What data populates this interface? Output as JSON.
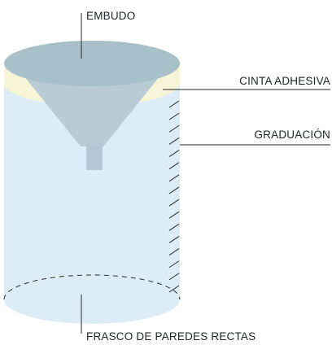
{
  "labels": {
    "funnel": "EMBUDO",
    "tape": "CINTA ADHESIVA",
    "graduation": "GRADUACIÓN",
    "jar": "FRASCO DE PAREDES RECTAS"
  },
  "colors": {
    "jar_body": "#dcedf8",
    "tape": "#f6f5d8",
    "funnel_top": "#a9bfc9",
    "funnel_body": "#b9ccd6",
    "lines": "#2b2b2b"
  },
  "graduation_marks": 16
}
